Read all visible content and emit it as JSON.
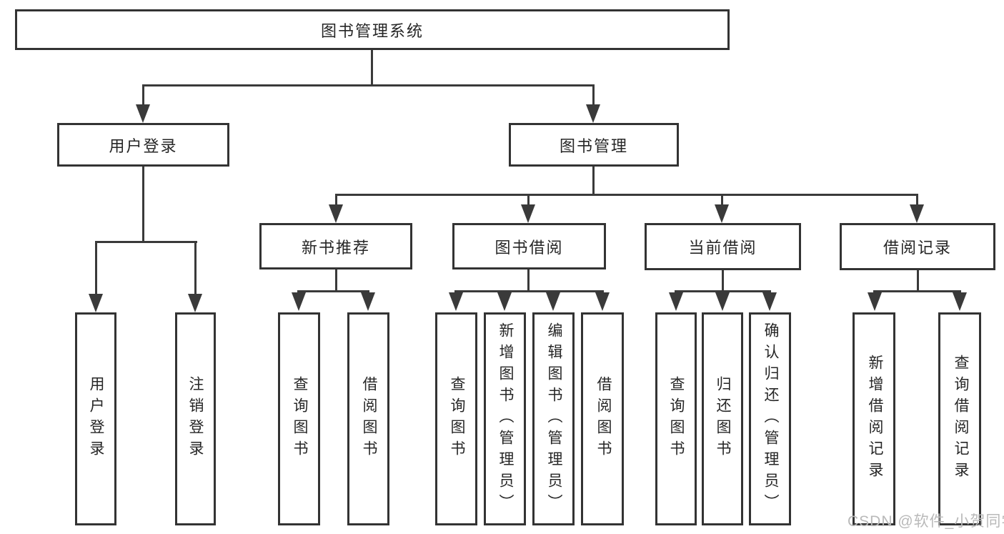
{
  "diagram": {
    "root": "图书管理系统",
    "level2": {
      "login": "用户登录",
      "books": "图书管理"
    },
    "level3": {
      "newbook": "新书推荐",
      "borrow": "图书借阅",
      "current": "当前借阅",
      "records": "借阅记录"
    },
    "leaves": {
      "login": [
        "用户登录",
        "注销登录"
      ],
      "newbook": [
        "查询图书",
        "借阅图书"
      ],
      "borrow": [
        "查询图书",
        "新增图书（管理员）",
        "编辑图书（管理员）",
        "借阅图书"
      ],
      "current": [
        "查询图书",
        "归还图书",
        "确认归还（管理员）"
      ],
      "records": [
        "新增借阅记录",
        "查询借阅记录"
      ]
    },
    "colors": {
      "line": "#3a3a3a",
      "box_border": "#333333",
      "text": "#262626",
      "background": "#ffffff",
      "watermark": "#b9b9b9"
    }
  },
  "watermark": "CSDN @软件_小贺同学"
}
